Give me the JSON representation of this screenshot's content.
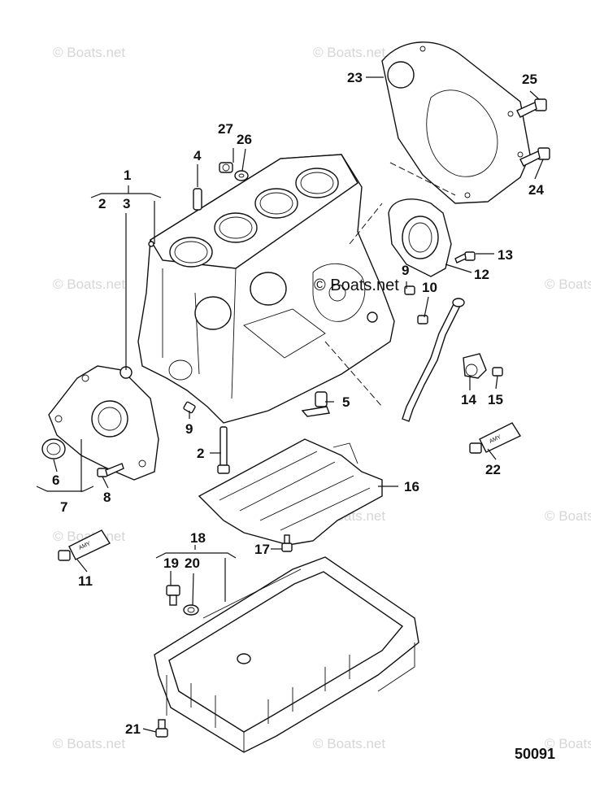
{
  "watermark": "© Boats.net",
  "center_watermark": "© Boats.net",
  "figure_code": "50091",
  "callouts": {
    "c1": "1",
    "c2": "2",
    "c3": "3",
    "c2b": "2",
    "c4": "4",
    "c5": "5",
    "c6": "6",
    "c7": "7",
    "c8": "8",
    "c9a": "9",
    "c9b": "9",
    "c10": "10",
    "c11": "11",
    "c12": "12",
    "c13": "13",
    "c14": "14",
    "c15": "15",
    "c16": "16",
    "c17": "17",
    "c18": "18",
    "c19": "19",
    "c20": "20",
    "c21": "21",
    "c22": "22",
    "c23": "23",
    "c24": "24",
    "c25": "25",
    "c26": "26",
    "c27": "27"
  },
  "tube_label": "AMY"
}
